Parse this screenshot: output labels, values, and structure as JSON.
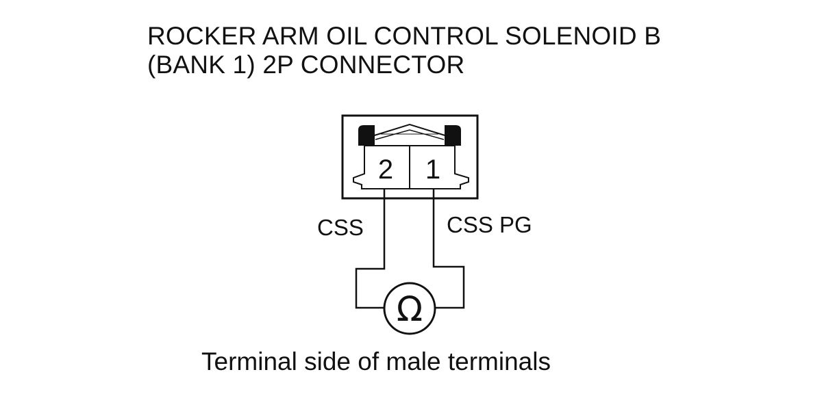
{
  "title": {
    "line1": "ROCKER ARM OIL CONTROL SOLENOID B",
    "line2": "(BANK 1) 2P CONNECTOR"
  },
  "connector": {
    "terminal_left": "2",
    "terminal_right": "1"
  },
  "wires": {
    "left_label": "CSS",
    "right_label": "CSS PG"
  },
  "meter_symbol": "Ω",
  "caption": "Terminal side of male terminals"
}
